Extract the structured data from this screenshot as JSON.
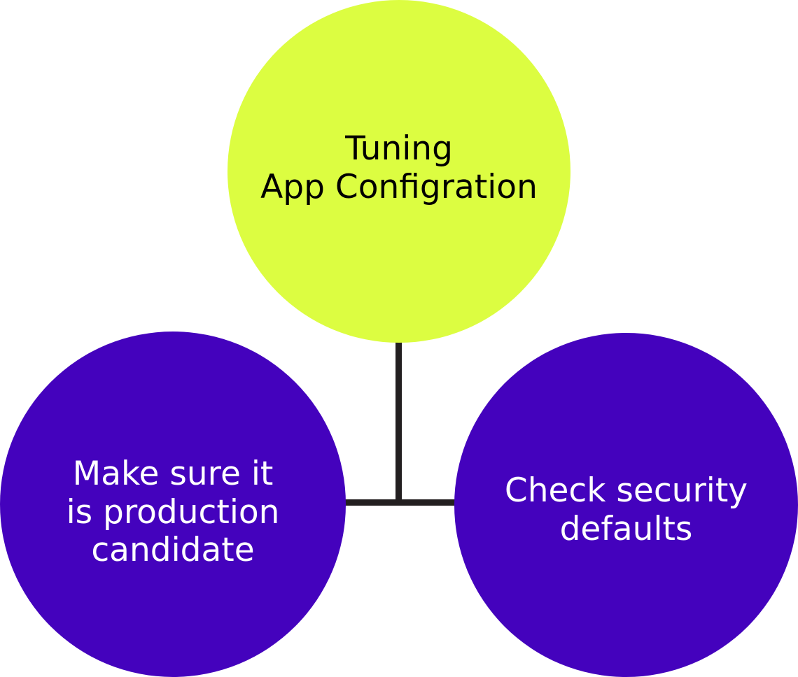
{
  "colors": {
    "top_fill": "#dcfd41",
    "top_text": "#000000",
    "child_fill": "#4402bd",
    "child_text": "#ffffff",
    "connector": "#231f20"
  },
  "nodes": {
    "top": {
      "lines": [
        "Tuning",
        "App Configration"
      ]
    },
    "left": {
      "lines": [
        "Make sure it",
        "is production",
        "candidate"
      ]
    },
    "right": {
      "lines": [
        "Check security",
        "defaults"
      ]
    }
  }
}
